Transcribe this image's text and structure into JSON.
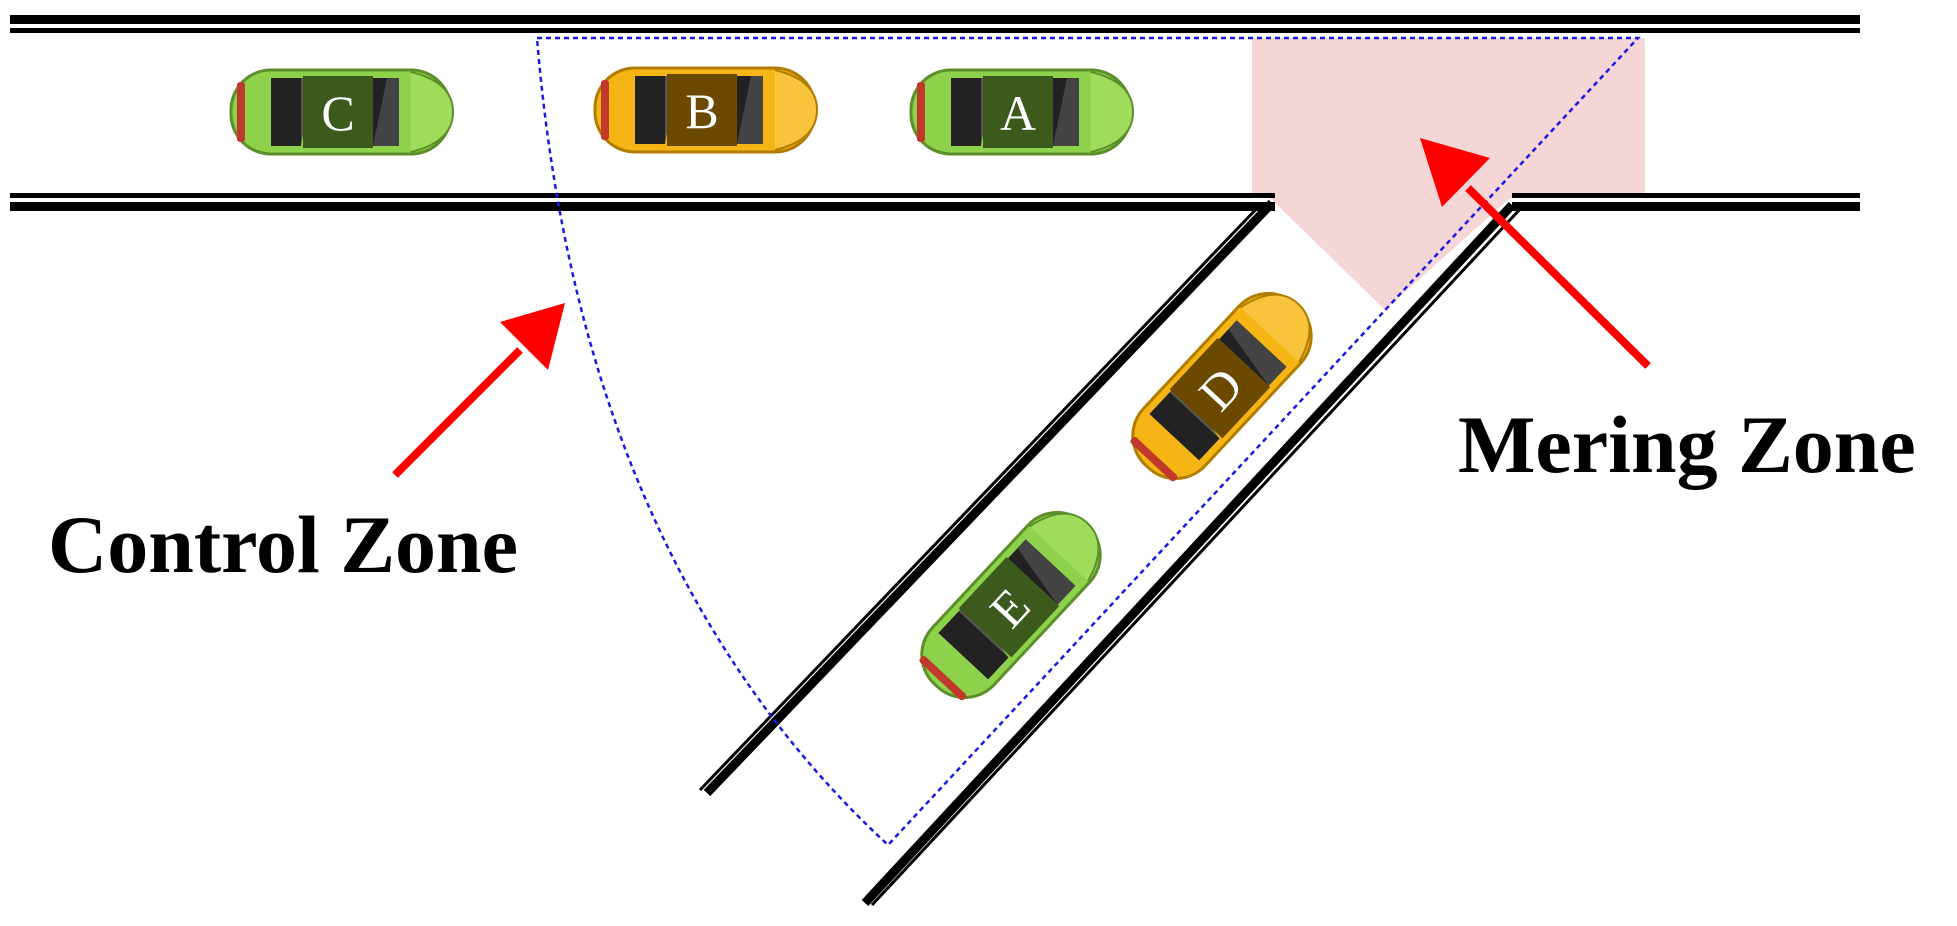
{
  "labels": {
    "control_zone": "Control Zone",
    "merging_zone": "Mering Zone"
  },
  "vehicles": [
    {
      "id": "C",
      "label": "C",
      "color": "#8dd24a",
      "lane": "main"
    },
    {
      "id": "B",
      "label": "B",
      "color": "#f5b514",
      "lane": "main"
    },
    {
      "id": "A",
      "label": "A",
      "color": "#8dd24a",
      "lane": "main"
    },
    {
      "id": "D",
      "label": "D",
      "color": "#f5b514",
      "lane": "ramp"
    },
    {
      "id": "E",
      "label": "E",
      "color": "#8dd24a",
      "lane": "ramp"
    }
  ],
  "colors": {
    "road_edge": "#000000",
    "control_zone_boundary": "#1a1ae6",
    "merging_zone_fill": "#f5d6d6",
    "arrow": "#ff0000",
    "letter_box": "#3b5a1c"
  }
}
